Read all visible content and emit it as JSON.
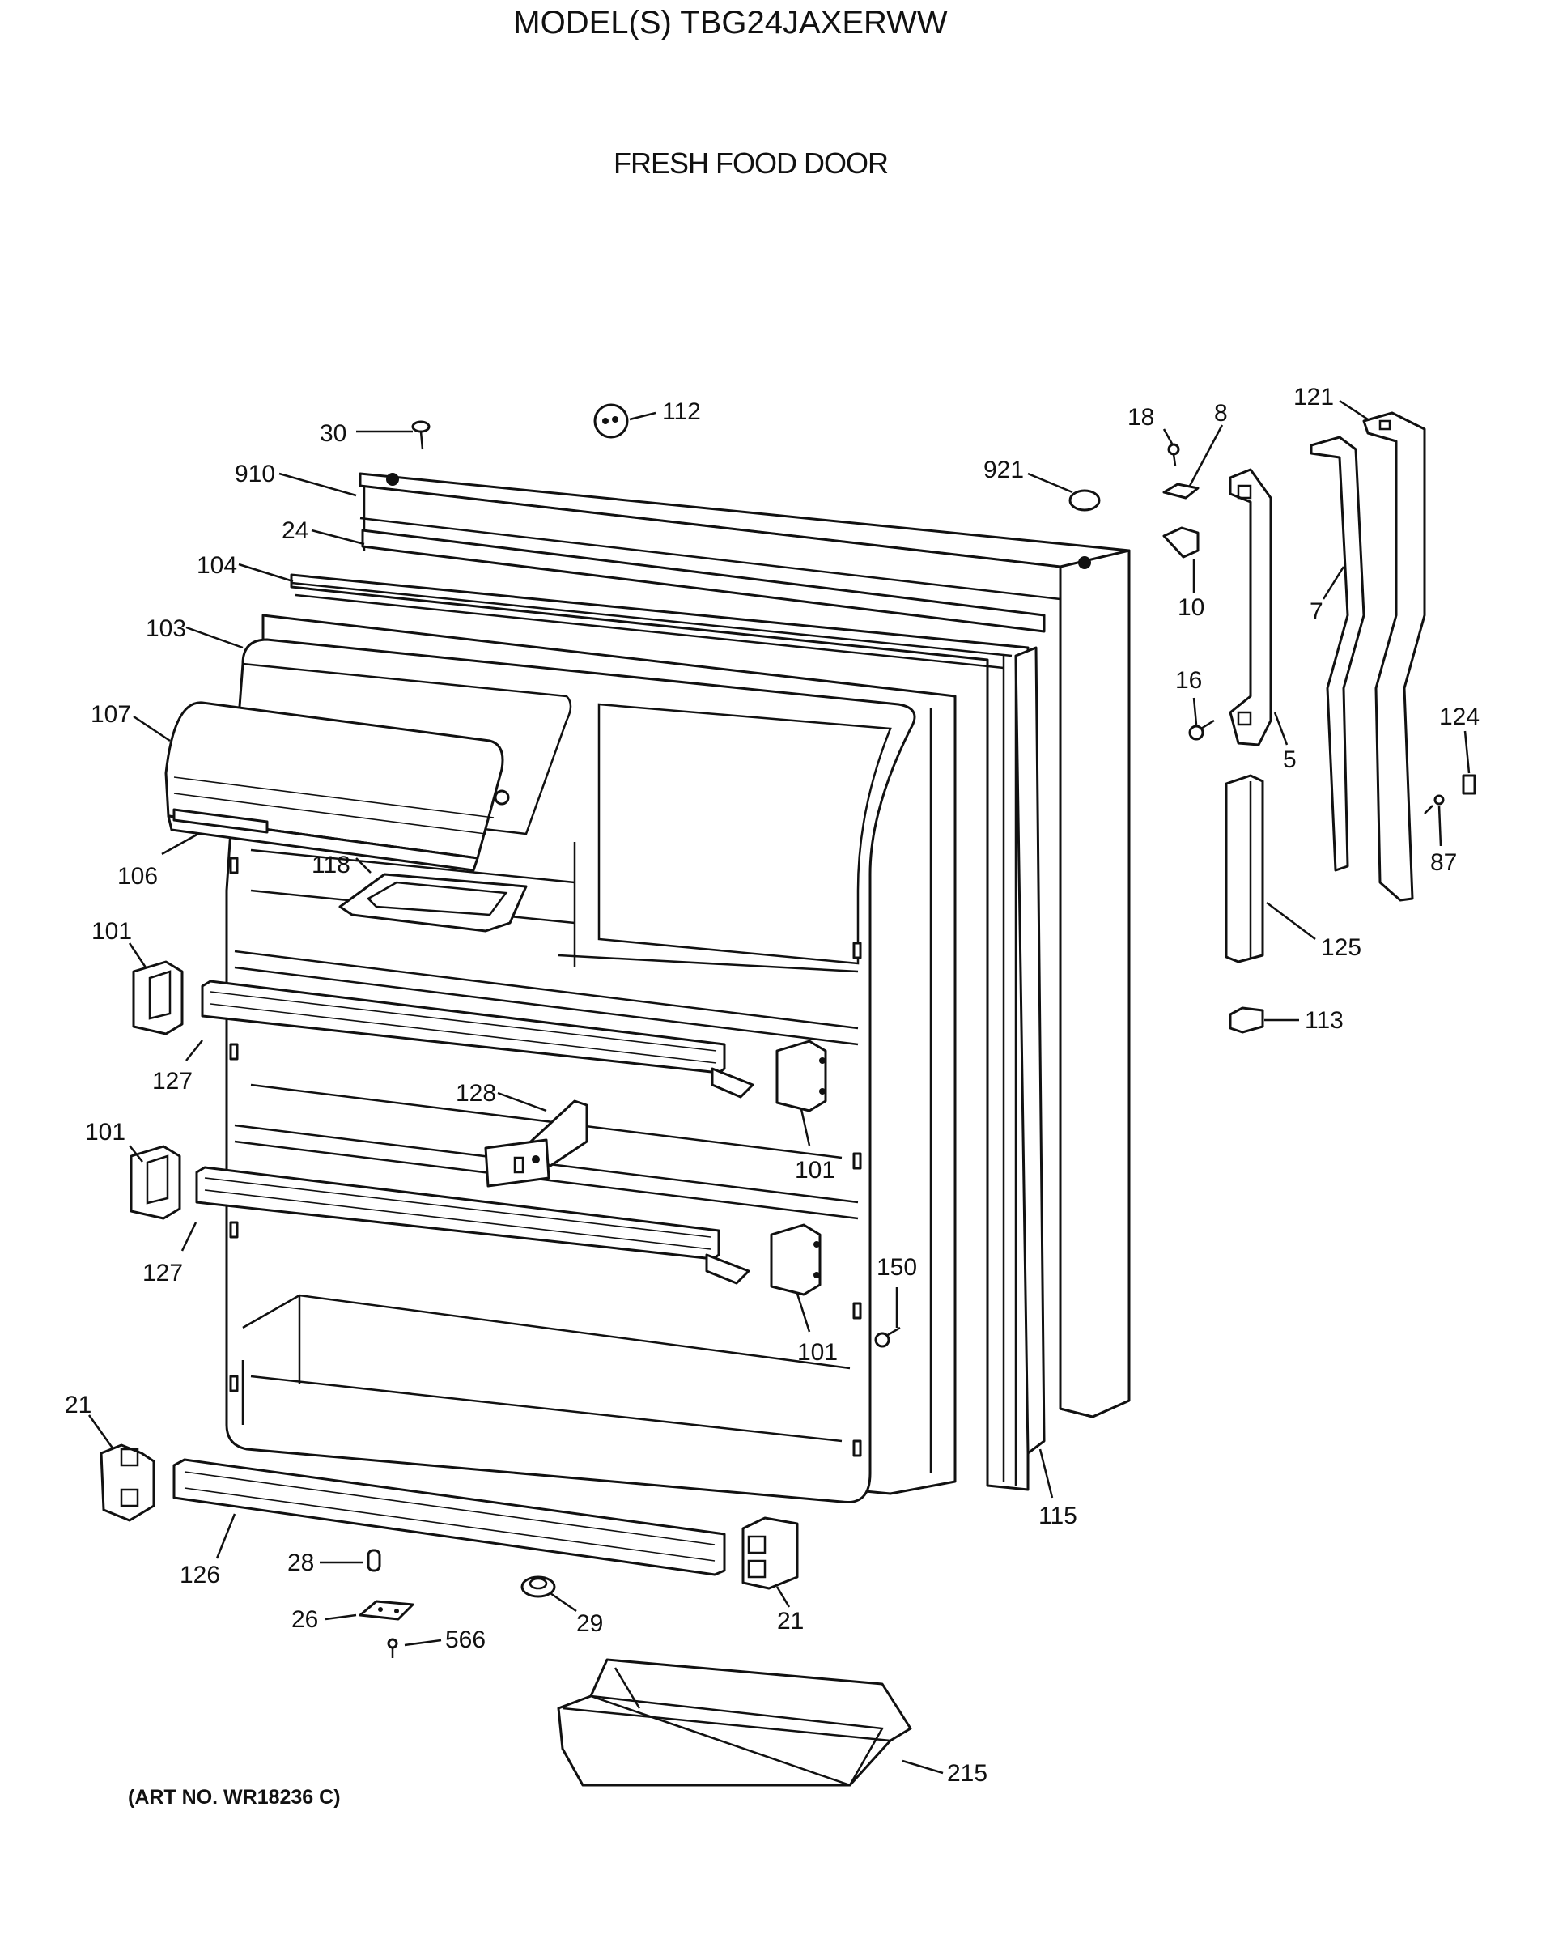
{
  "header": {
    "title": "MODEL(S) TBG24JAXERWW",
    "subtitle": "FRESH FOOD DOOR"
  },
  "footer": {
    "art_no": "(ART NO. WR18236 C)"
  },
  "parts": [
    {
      "id": "30"
    },
    {
      "id": "112"
    },
    {
      "id": "910"
    },
    {
      "id": "24"
    },
    {
      "id": "104"
    },
    {
      "id": "103"
    },
    {
      "id": "107"
    },
    {
      "id": "106"
    },
    {
      "id": "118"
    },
    {
      "id": "101"
    },
    {
      "id": "127"
    },
    {
      "id": "128"
    },
    {
      "id": "101"
    },
    {
      "id": "101"
    },
    {
      "id": "127"
    },
    {
      "id": "101"
    },
    {
      "id": "150"
    },
    {
      "id": "21"
    },
    {
      "id": "126"
    },
    {
      "id": "28"
    },
    {
      "id": "26"
    },
    {
      "id": "566"
    },
    {
      "id": "29"
    },
    {
      "id": "21"
    },
    {
      "id": "215"
    },
    {
      "id": "115"
    },
    {
      "id": "921"
    },
    {
      "id": "18"
    },
    {
      "id": "8"
    },
    {
      "id": "10"
    },
    {
      "id": "16"
    },
    {
      "id": "5"
    },
    {
      "id": "121"
    },
    {
      "id": "7"
    },
    {
      "id": "124"
    },
    {
      "id": "87"
    },
    {
      "id": "125"
    },
    {
      "id": "113"
    }
  ]
}
